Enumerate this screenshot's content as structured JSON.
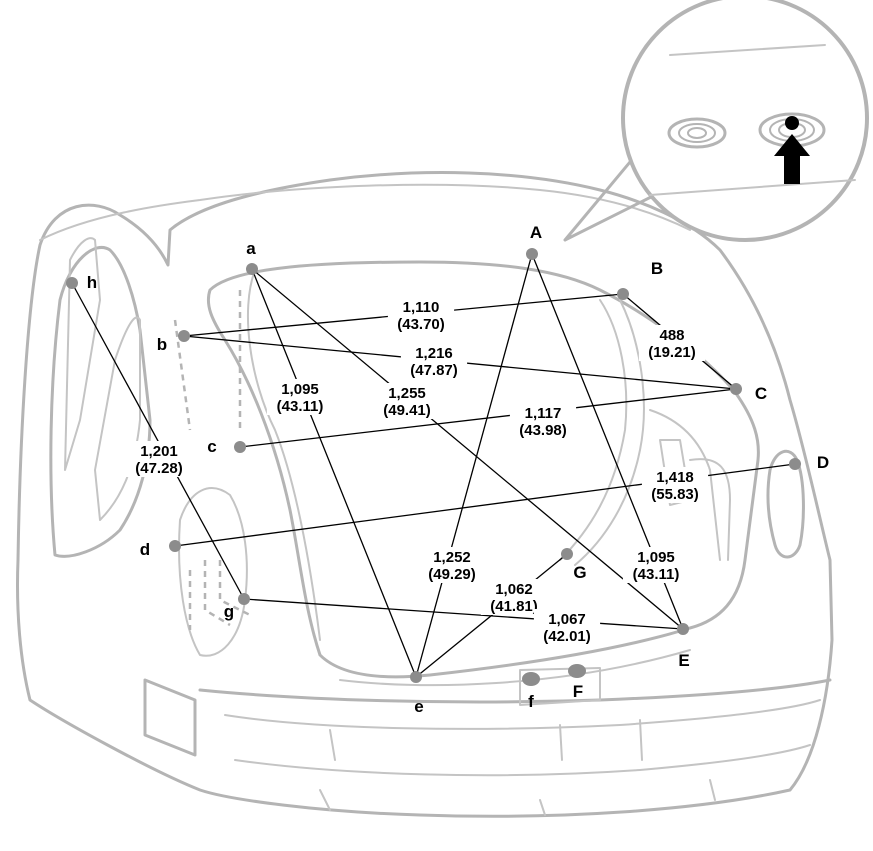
{
  "points": [
    {
      "id": "a",
      "label": "a"
    },
    {
      "id": "A",
      "label": "A"
    },
    {
      "id": "B",
      "label": "B"
    },
    {
      "id": "b",
      "label": "b"
    },
    {
      "id": "C",
      "label": "C"
    },
    {
      "id": "c",
      "label": "c"
    },
    {
      "id": "D",
      "label": "D"
    },
    {
      "id": "d",
      "label": "d"
    },
    {
      "id": "G",
      "label": "G"
    },
    {
      "id": "g",
      "label": "g"
    },
    {
      "id": "E",
      "label": "E"
    },
    {
      "id": "e",
      "label": "e"
    },
    {
      "id": "f",
      "label": "f"
    },
    {
      "id": "F",
      "label": "F"
    },
    {
      "id": "h",
      "label": "h"
    }
  ],
  "measurements": [
    {
      "from": "b",
      "to": "B",
      "mm": "1,110",
      "inch": "(43.70)"
    },
    {
      "from": "b",
      "to": "C",
      "mm": "1,216",
      "inch": "(47.87)"
    },
    {
      "from": "B",
      "to": "C",
      "mm": "488",
      "inch": "(19.21)"
    },
    {
      "from": "c",
      "to": "C",
      "mm": "1,117",
      "inch": "(43.98)"
    },
    {
      "from": "a",
      "to": "e",
      "mm": "1,095",
      "inch": "(43.11)"
    },
    {
      "from": "a",
      "to": "E",
      "mm": "1,255",
      "inch": "(49.41)"
    },
    {
      "from": "h",
      "to": "g",
      "mm": "1,201",
      "inch": "(47.28)"
    },
    {
      "from": "d",
      "to": "D",
      "mm": "1,418",
      "inch": "(55.83)"
    },
    {
      "from": "A",
      "to": "e",
      "mm": "1,252",
      "inch": "(49.29)"
    },
    {
      "from": "A",
      "to": "E",
      "mm": "1,095",
      "inch": "(43.11)"
    },
    {
      "from": "G",
      "to": "e",
      "mm": "1,062",
      "inch": "(41.81)"
    },
    {
      "from": "g",
      "to": "E",
      "mm": "1,067",
      "inch": "(42.01)"
    }
  ],
  "colors": {
    "point": "#8c8c8c",
    "body": "#b4b4b4",
    "line": "#000000",
    "arrow": "#000000"
  },
  "inset": {
    "icon": "grommet-hole-arrow-icon"
  }
}
